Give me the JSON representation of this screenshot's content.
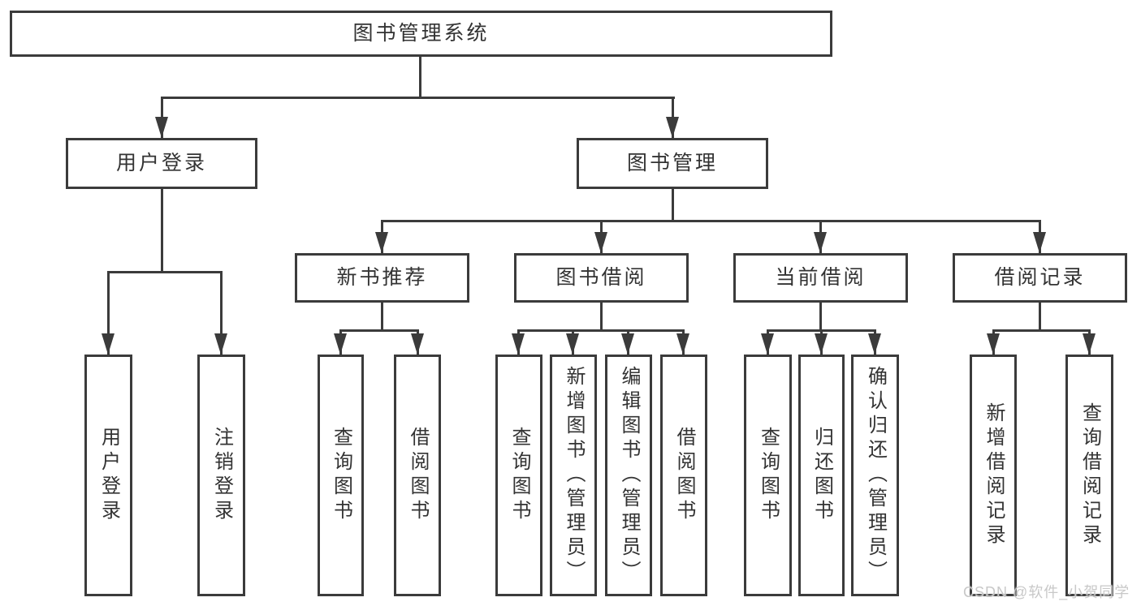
{
  "colors": {
    "line": "#3b3b3b",
    "text": "#333333",
    "background": "#ffffff",
    "watermark": "#c5c5c5"
  },
  "watermark": {
    "text": "CSDN @软件_小贺同学"
  },
  "tree": {
    "label": "图书管理系统",
    "children": [
      {
        "label": "用户登录",
        "children": [
          {
            "label": "用户登录"
          },
          {
            "label": "注销登录"
          }
        ]
      },
      {
        "label": "图书管理",
        "children": [
          {
            "label": "新书推荐",
            "children": [
              {
                "label": "查询图书"
              },
              {
                "label": "借阅图书"
              }
            ]
          },
          {
            "label": "图书借阅",
            "children": [
              {
                "label": "查询图书"
              },
              {
                "label": "新增图书（管理员）"
              },
              {
                "label": "编辑图书（管理员）"
              },
              {
                "label": "借阅图书"
              }
            ]
          },
          {
            "label": "当前借阅",
            "children": [
              {
                "label": "查询图书"
              },
              {
                "label": "归还图书"
              },
              {
                "label": "确认归还（管理员）"
              }
            ]
          },
          {
            "label": "借阅记录",
            "children": [
              {
                "label": "新增借阅记录"
              },
              {
                "label": "查询借阅记录"
              }
            ]
          }
        ]
      }
    ]
  }
}
